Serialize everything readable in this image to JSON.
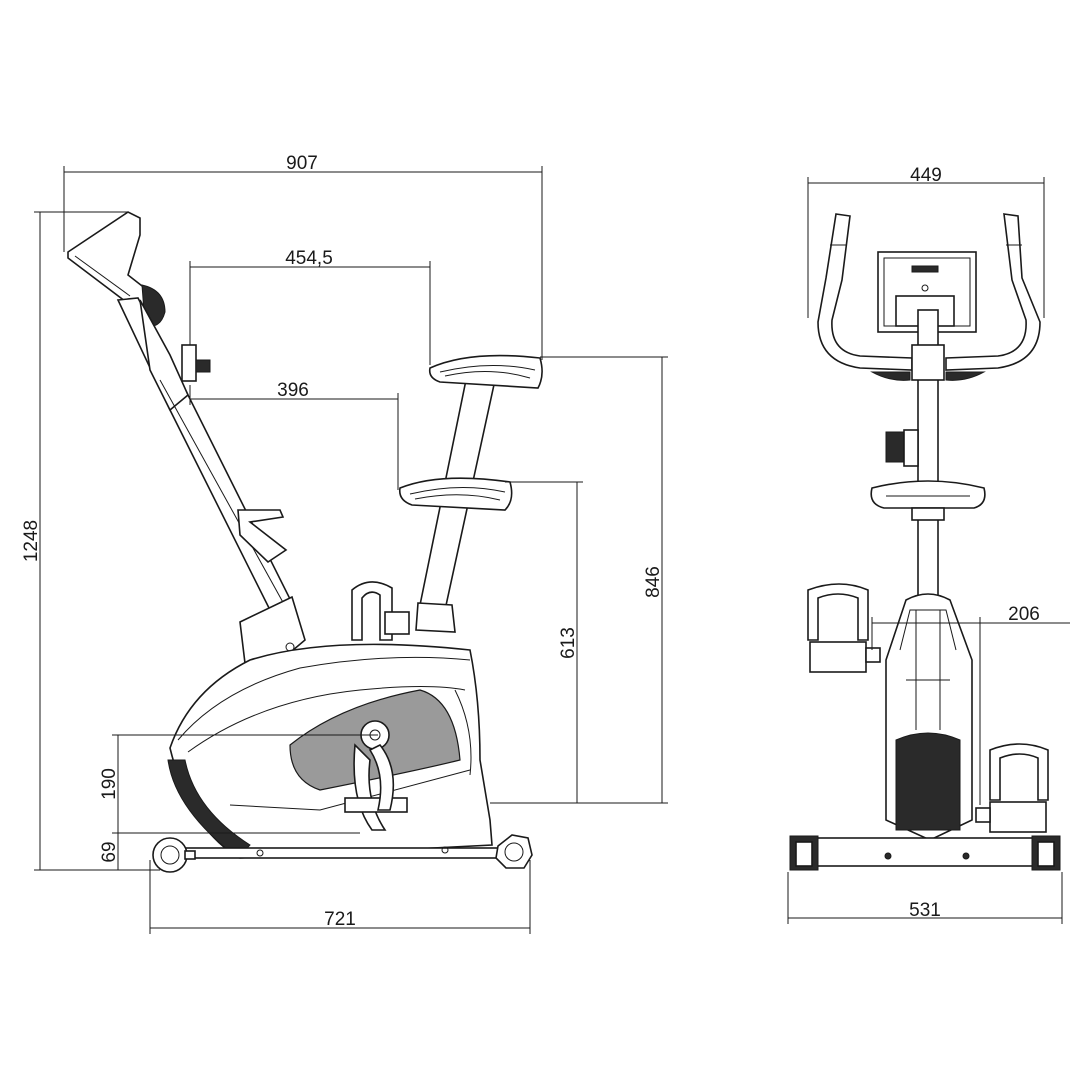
{
  "side_view": {
    "dims": {
      "total_length": "907",
      "seat_reach_max": "454,5",
      "seat_reach_min": "396",
      "total_height": "1248",
      "seat_height_max": "846",
      "seat_height_min": "613",
      "pedal_axle_height": "190",
      "ground_clearance": "69",
      "base_length": "721"
    }
  },
  "front_view": {
    "dims": {
      "handlebar_width": "449",
      "pedal_width": "206",
      "base_width": "531"
    }
  }
}
